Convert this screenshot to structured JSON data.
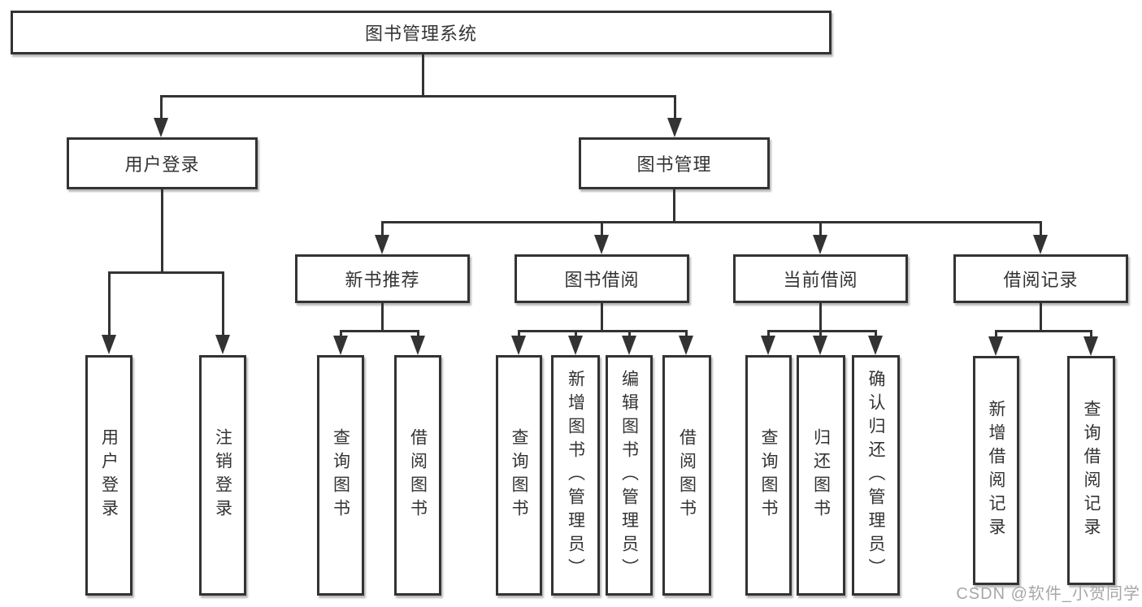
{
  "diagram": {
    "root": "图书管理系统",
    "branches": [
      {
        "label": "用户登录",
        "children": [
          "用户登录",
          "注销登录"
        ]
      },
      {
        "label": "图书管理",
        "groups": [
          {
            "label": "新书推荐",
            "children": [
              "查询图书",
              "借阅图书"
            ]
          },
          {
            "label": "图书借阅",
            "children": [
              "查询图书",
              "新增图书（管理员）",
              "编辑图书（管理员）",
              "借阅图书"
            ]
          },
          {
            "label": "当前借阅",
            "children": [
              "查询图书",
              "归还图书",
              "确认归还（管理员）"
            ]
          },
          {
            "label": "借阅记录",
            "children": [
              "新增借阅记录",
              "查询借阅记录"
            ]
          }
        ]
      }
    ]
  },
  "watermark": {
    "text": "CSDN @软件_小贺同学"
  },
  "colors": {
    "line": "#333333",
    "text": "#333333",
    "watermark": "#a7a7a7",
    "background": "#ffffff"
  }
}
